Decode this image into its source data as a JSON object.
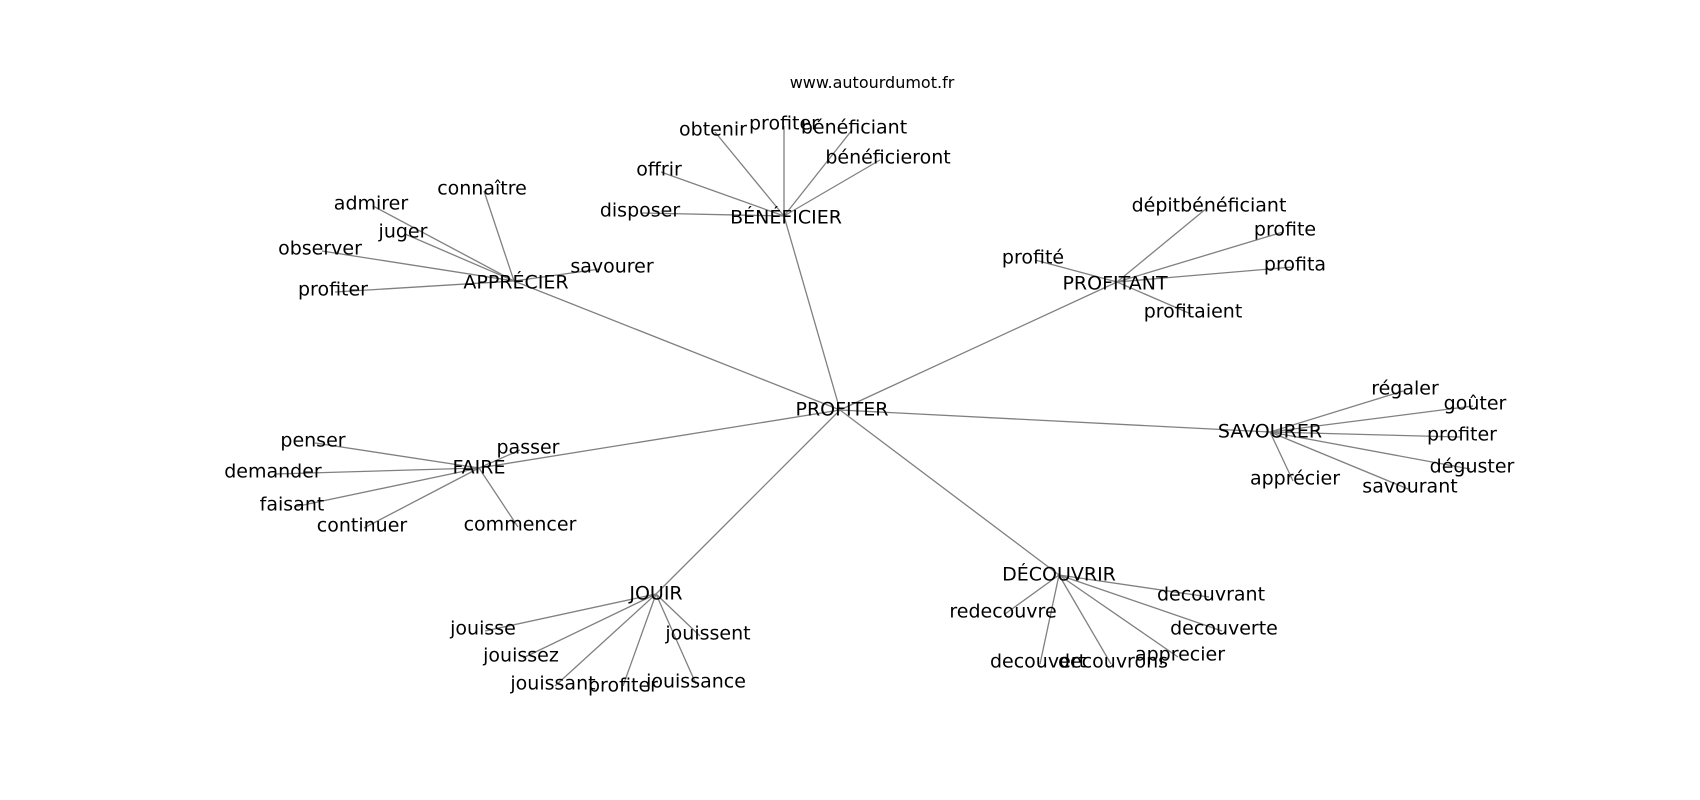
{
  "watermark": "www.autourdumot.fr",
  "colors": {
    "edge": "#808080",
    "text": "#000000",
    "background": "#ffffff"
  },
  "graph": {
    "center": "PROFITER",
    "clusters": [
      {
        "id": "apprecier",
        "label": "APPRÉCIER",
        "words": [
          "connaître",
          "admirer",
          "juger",
          "observer",
          "profiter",
          "savourer"
        ]
      },
      {
        "id": "beneficier",
        "label": "BÉNÉFICIER",
        "words": [
          "obtenir",
          "profiter",
          "bénéficiant",
          "bénéficieront",
          "offrir",
          "disposer"
        ]
      },
      {
        "id": "profitant",
        "label": "PROFITANT",
        "words": [
          "dépitbénéficiant",
          "profite",
          "profita",
          "profité",
          "profitaient"
        ]
      },
      {
        "id": "savourer",
        "label": "SAVOURER",
        "words": [
          "régaler",
          "goûter",
          "profiter",
          "déguster",
          "savourant",
          "apprécier"
        ]
      },
      {
        "id": "faire",
        "label": "FAIRE",
        "words": [
          "penser",
          "passer",
          "demander",
          "faisant",
          "continuer",
          "commencer"
        ]
      },
      {
        "id": "jouir",
        "label": "JOUIR",
        "words": [
          "jouisse",
          "jouissez",
          "jouissant",
          "profiter",
          "jouissance",
          "jouissent"
        ]
      },
      {
        "id": "decouvrir",
        "label": "DÉCOUVRIR",
        "words": [
          "redecouvre",
          "decouvrant",
          "decouverte",
          "apprecier",
          "decouvrons",
          "decouvert"
        ]
      }
    ]
  }
}
